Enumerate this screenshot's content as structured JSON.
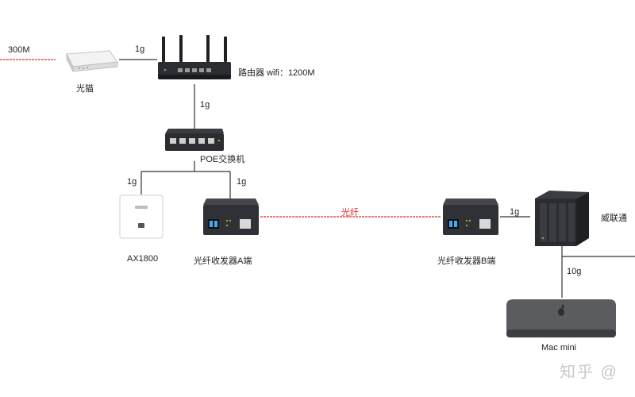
{
  "links": {
    "isp_speed": "300M",
    "modem_to_router": "1g",
    "router_to_switch": "1g",
    "switch_to_ap": "1g",
    "switch_to_converter_a": "1g",
    "fiber": "光纤",
    "converter_b_to_nas": "1g",
    "nas_to_mac": "10g"
  },
  "devices": {
    "modem": "光猫",
    "router": "路由器 wifi：1200M",
    "switch": "POE交换机",
    "ap": "AX1800",
    "converter_a": "光纤收发器A端",
    "converter_b": "光纤收发器B端",
    "nas": "威联通",
    "mac": "Mac mini"
  },
  "watermark": "知乎 @",
  "colors": {
    "wire": "#333333",
    "fiber": "#d9302a",
    "device_dark": "#2b2d31",
    "device_light": "#eeeeee"
  }
}
